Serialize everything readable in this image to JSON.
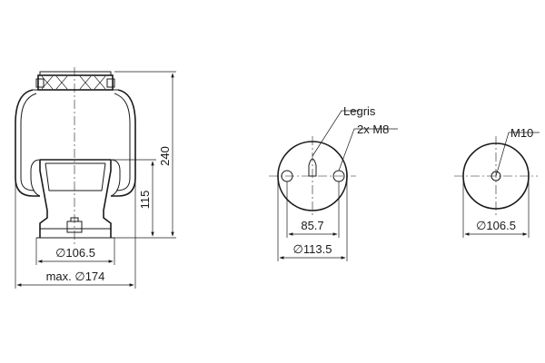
{
  "side_view": {
    "dim_total_height": "240",
    "dim_piston_height": "115",
    "dim_piston_diameter": "∅106.5",
    "dim_max_diameter": "max. ∅174"
  },
  "top_plate": {
    "label_fitting": "Legris",
    "label_bolts": "2x M8",
    "dim_bolt_spacing": "85.7",
    "dim_plate_diameter": "∅113.5"
  },
  "bottom_plate": {
    "label_thread": "M10",
    "dim_plate_diameter": "∅106.5"
  }
}
